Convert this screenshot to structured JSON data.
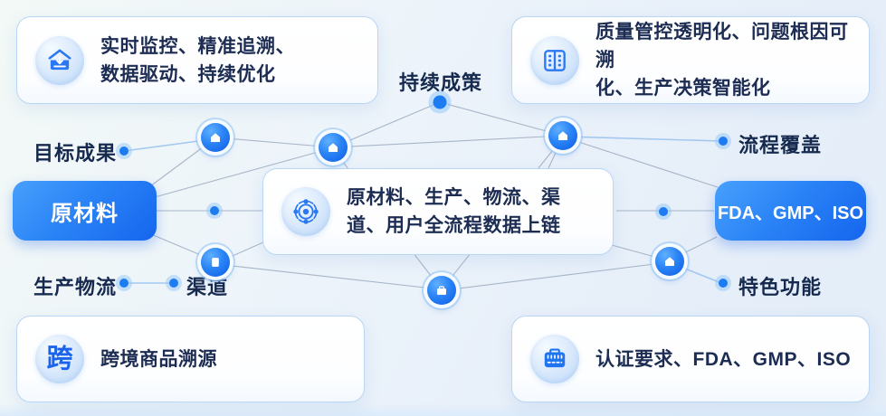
{
  "cards": {
    "top_left": {
      "icon": "home-download-icon",
      "line1": "实时监控、精准追溯、",
      "line2": "数据驱动、持续优化"
    },
    "top_right": {
      "icon": "ledger-icon",
      "line1": "质量管控透明化、问题根因可溯",
      "line2": "化、生产决策智能化"
    },
    "center": {
      "icon": "blockchain-node-icon",
      "line1": "原材料、生产、物流、渠",
      "line2": "道、用户全流程数据上链"
    },
    "bottom_left": {
      "icon": "kua-character-icon",
      "icon_char": "跨",
      "text": "跨境商品溯源"
    },
    "bottom_right": {
      "icon": "certification-briefcase-icon",
      "text": "认证要求、FDA、GMP、ISO"
    }
  },
  "pills": {
    "left": "原材料",
    "right": "FDA、GMP、ISO"
  },
  "labels": {
    "top_center": "持续成策",
    "goal": "目标成果",
    "production_logistics": "生产物流",
    "channel": "渠道",
    "process_coverage": "流程覆盖",
    "featured_functions": "特色功能"
  },
  "colors": {
    "accent_blue": "#1f74f0",
    "pill_gradient_start": "#47a0fc",
    "pill_gradient_end": "#1565ee",
    "card_border": "#b9d6f4",
    "text_dark": "#1c2c52",
    "line_gray": "#97a7bc",
    "line_blue": "#9fc6f2",
    "background": "#e9f1f9"
  }
}
